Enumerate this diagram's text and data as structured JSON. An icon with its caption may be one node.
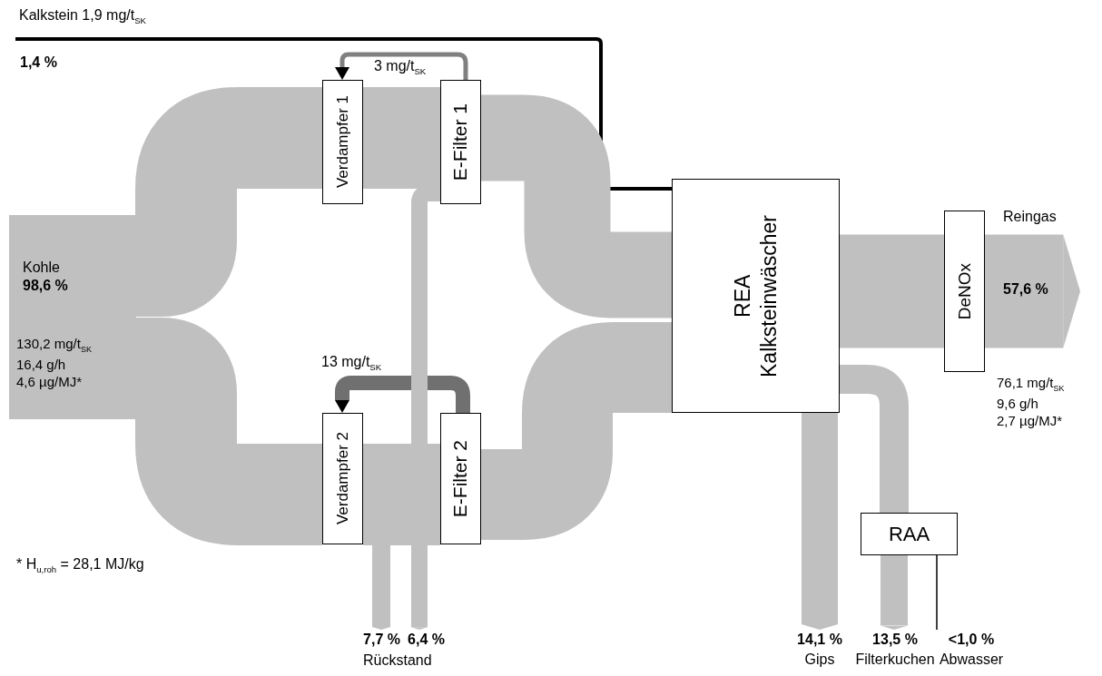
{
  "diagram": {
    "nodes": [
      {
        "text": [
          "Kalkstein 1,9 mg/t$_{SK}$"
        ],
        "beside": [
          "1,4 %"
        ]
      },
      {
        "text": [
          "Kohle",
          "98,6 %",
          "130,2 mg/t$_{SK}$ 16,4 g/h 4,6 µg/MJ*"
        ]
      },
      {
        "text": [
          "Verdampfer 1"
        ]
      },
      {
        "text": [
          "E-Filter 1"
        ]
      },
      {
        "text": [
          "Verdampfer 2"
        ]
      },
      {
        "text": [
          "E-Filter 2"
        ]
      },
      {
        "text": [
          "REA",
          "Kalksteinwäscher"
        ]
      },
      {
        "text": [
          "DeNOx"
        ]
      },
      {
        "text": [
          "Reingas",
          "57,6 %"
        ]
      },
      {
        "text": [
          "RAA"
        ]
      },
      {
        "text": [
          "7,7 %"
        ]
      },
      {
        "text": [
          "6,4 %"
        ]
      },
      {
        "text": [
          "14,1 %",
          "Gips"
        ]
      },
      {
        "text": [
          "13,5 %",
          "Filterkuchen"
        ]
      },
      {
        "text": [
          "<1,0 %",
          "Abwasser"
        ]
      }
    ],
    "edges": [
      {
        "from": 0,
        "to": 6,
        "arrow": "none",
        "color": "#000000"
      },
      {
        "from": 1,
        "to": 2,
        "arrow": "none",
        "style": "thick"
      },
      {
        "from": 1,
        "to": 4,
        "arrow": "none",
        "style": "thick"
      },
      {
        "from": 2,
        "to": 3,
        "arrow": "none",
        "style": "thick"
      },
      {
        "from": 4,
        "to": 5,
        "arrow": "none",
        "style": "thick"
      },
      {
        "from": 3,
        "to": 6,
        "arrow": "none",
        "style": "thick"
      },
      {
        "from": 5,
        "to": 6,
        "arrow": "none",
        "style": "thick"
      },
      {
        "from": 3,
        "to": 2,
        "arrow": "to",
        "label": "3 mg/t$_{SK}$",
        "color": "#808080"
      },
      {
        "from": 5,
        "to": 4,
        "arrow": "to",
        "label": "13 mg/t$_{SK}$",
        "color": "#707070"
      },
      {
        "from": 4,
        "to": 10,
        "arrow": "to"
      },
      {
        "from": 3,
        "to": 11,
        "arrow": "to"
      },
      {
        "from": 6,
        "to": 7,
        "arrow": "none",
        "style": "thick"
      },
      {
        "from": 7,
        "to": 8,
        "arrow": "to",
        "style": "thick"
      },
      {
        "from": 6,
        "to": 12,
        "arrow": "to"
      },
      {
        "from": 6,
        "to": 9,
        "arrow": "none"
      },
      {
        "from": 9,
        "to": 13,
        "arrow": "to"
      },
      {
        "from": 9,
        "to": 14,
        "arrow": "none",
        "color": "#000000"
      }
    ],
    "labels": [
      "76,1 mg/t$_{SK}$ 9,6 g/h 2,7 µg/MJ*",
      "* H$_{u,roh}$ = 28,1 MJ/kg",
      "Rückstand"
    ]
  }
}
